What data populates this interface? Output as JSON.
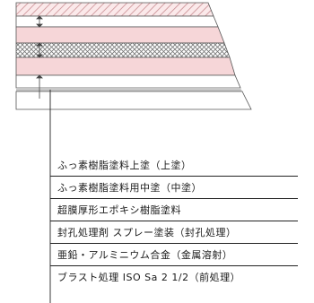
{
  "layers": [
    {
      "label": "ふっ素樹脂塗料上塗（上塗）",
      "pattern": "hatch"
    },
    {
      "label": "ふっ素樹脂塗料用中塗（中塗）",
      "pattern": "plain"
    },
    {
      "label": "超膜厚形エポキシ樹脂塗料",
      "pattern": "pink"
    },
    {
      "label": "封孔処理剤 スプレー塗装（封孔処理）",
      "pattern": "cross"
    },
    {
      "label": "亜鉛・アルミニウム合金（金属溶射）",
      "pattern": "pink"
    },
    {
      "label": "ブラスト処理 ISO Sa 2 1/2（前処理）",
      "pattern": "dots"
    }
  ],
  "colors": {
    "pink": "#f6d6d8",
    "line": "#222222",
    "hatch": "#d9a9ac",
    "gray_band": "#c8c8c8"
  }
}
